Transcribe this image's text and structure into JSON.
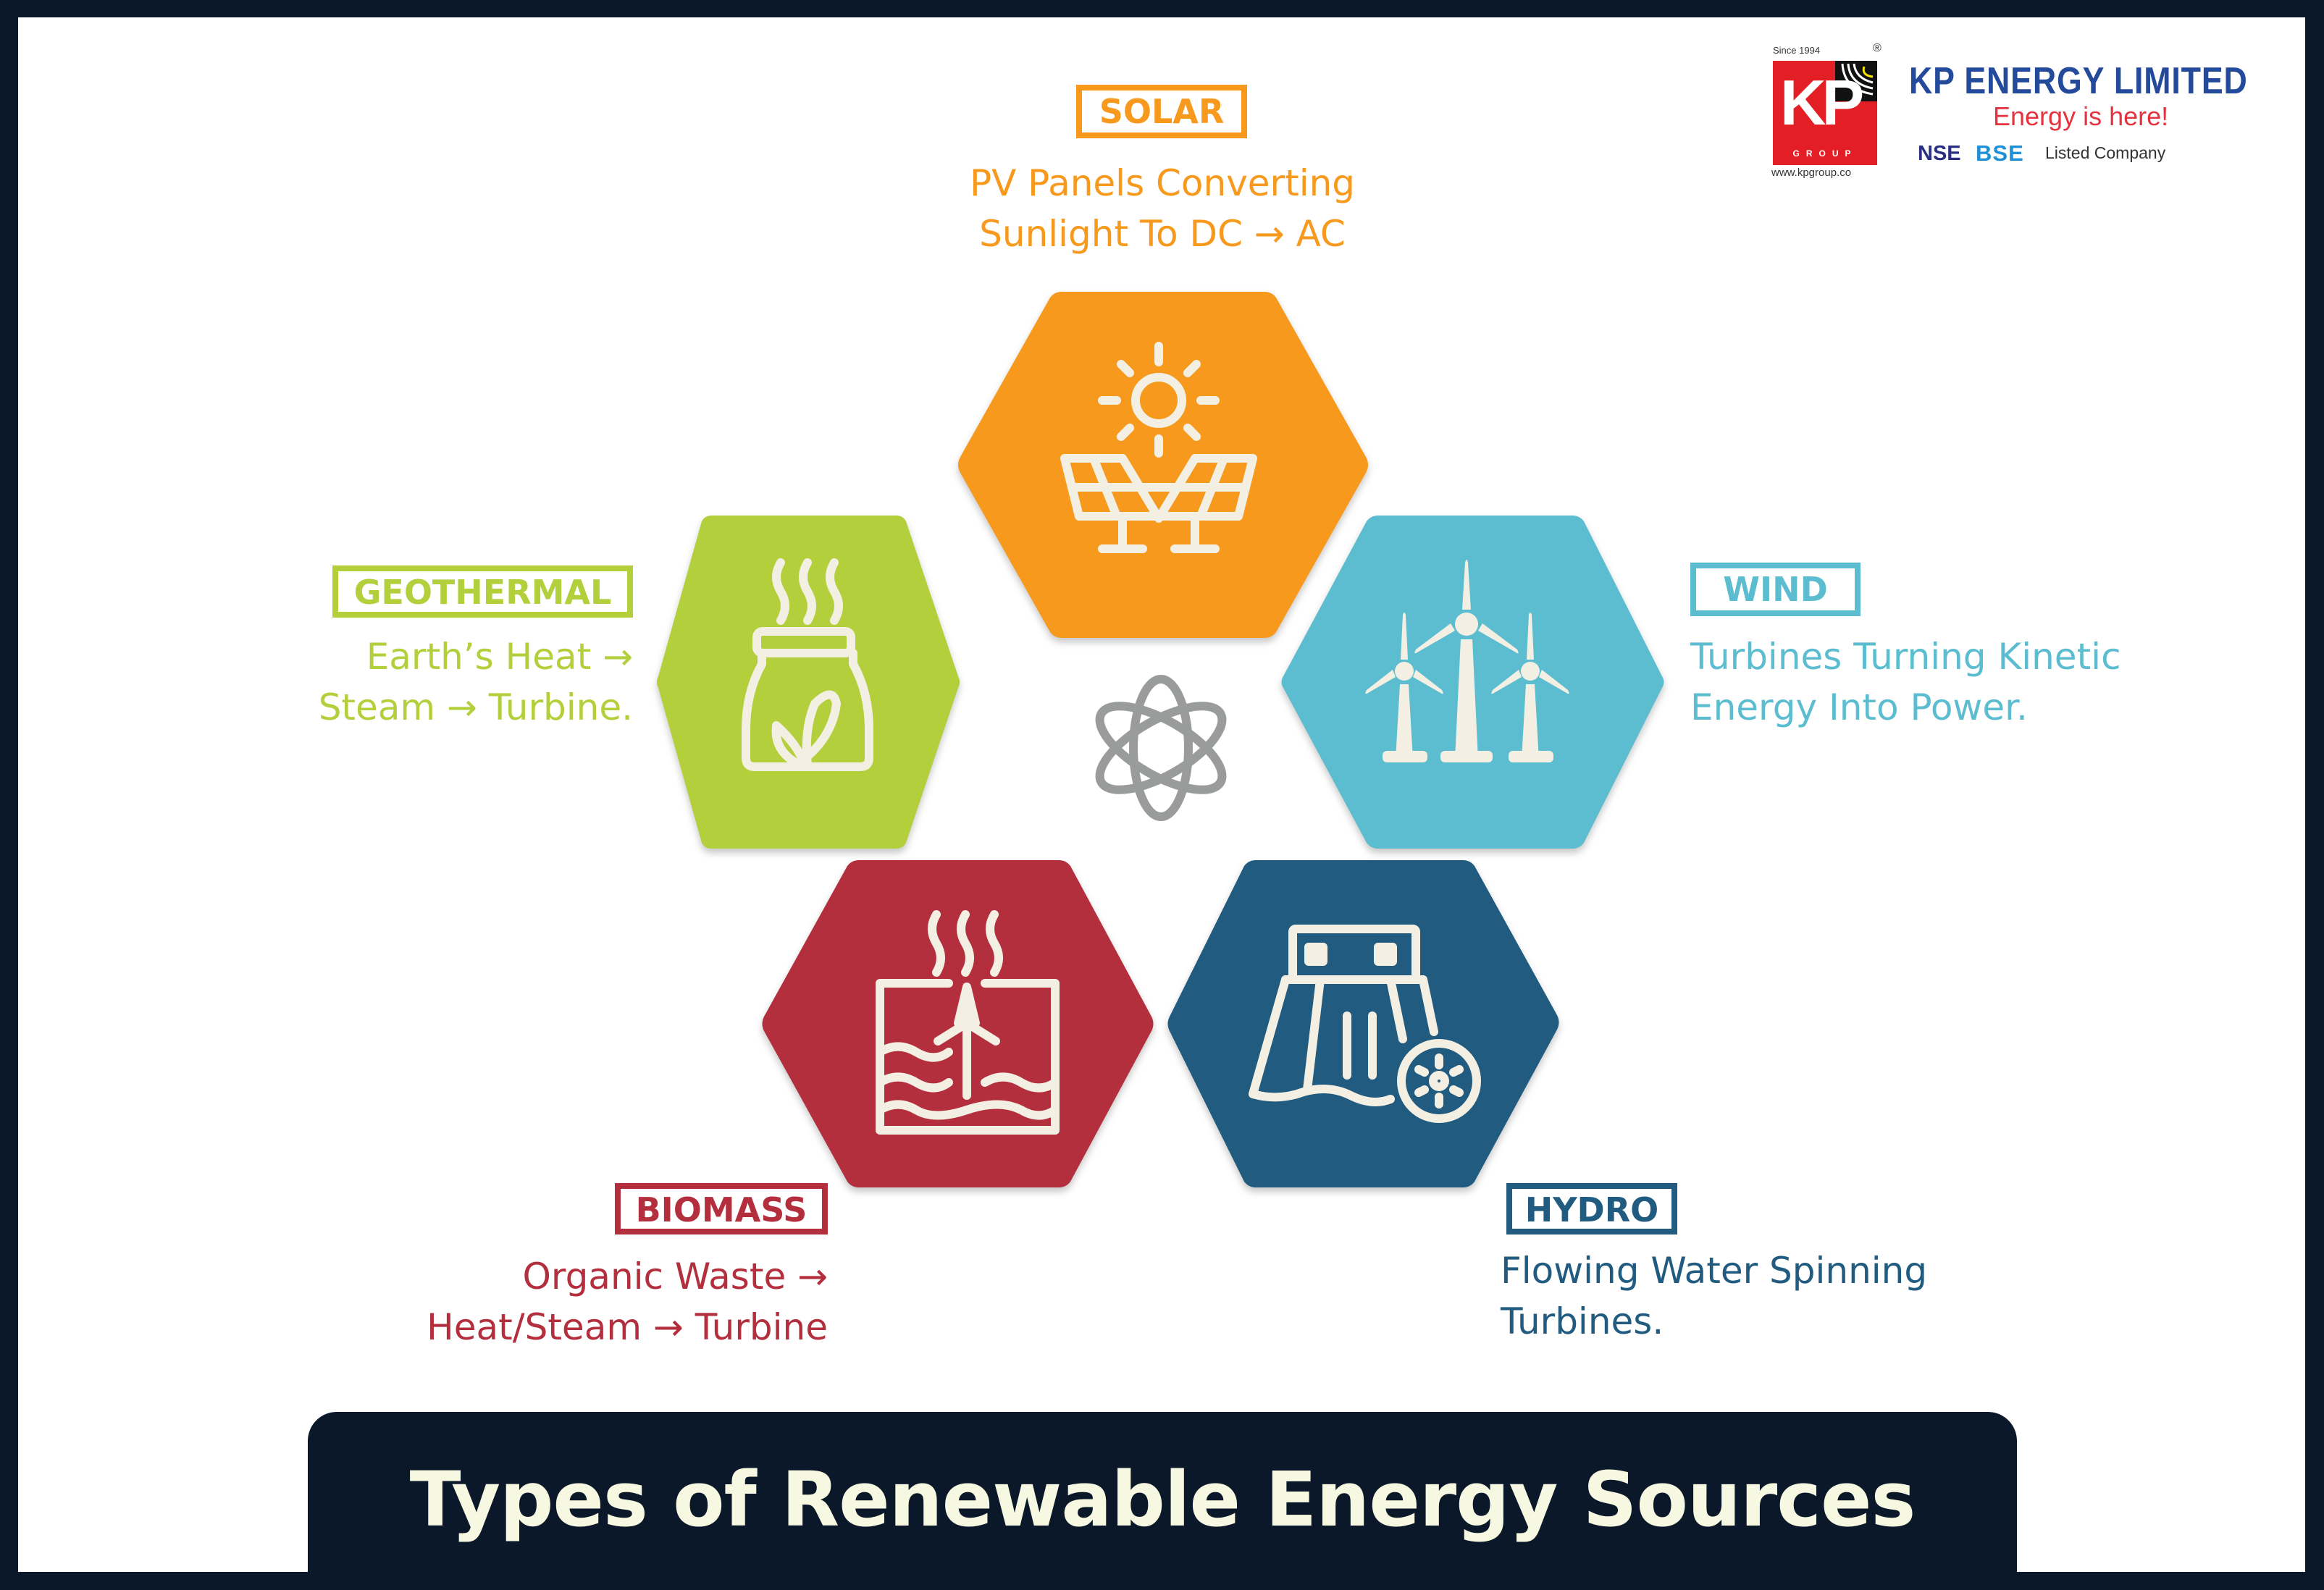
{
  "title": "Types of Renewable Energy Sources",
  "brand": {
    "since": "Since 1994",
    "registered": "®",
    "mark": "KP",
    "group": "GROUP",
    "website": "www.kpgroup.co",
    "company": "KP ENERGY LIMITED",
    "tagline": "Energy is here!",
    "exchange_1": "NSE",
    "exchange_2": "BSE",
    "listed": "Listed Company",
    "colors": {
      "red": "#e31e24",
      "blue": "#234a9b",
      "tagline": "#e4323f"
    }
  },
  "center_icon": "atom-icon",
  "sources": [
    {
      "id": "solar",
      "label": "SOLAR",
      "description": "PV Panels Converting\nSunlight To DC → AC",
      "color": "#f7991d",
      "icon": "solar-panel-icon"
    },
    {
      "id": "geothermal",
      "label": "GEOTHERMAL",
      "description": "Earth’s Heat →\nSteam → Turbine.",
      "color": "#b3cf3b",
      "icon": "plant-jar-icon"
    },
    {
      "id": "wind",
      "label": "WIND",
      "description": "Turbines Turning Kinetic\nEnergy Into Power.",
      "color": "#5bbdcf",
      "icon": "wind-turbines-icon"
    },
    {
      "id": "biomass",
      "label": "BIOMASS",
      "description": "Organic Waste →\nHeat/Steam → Turbine",
      "color": "#b42f3d",
      "icon": "steam-turbine-icon"
    },
    {
      "id": "hydro",
      "label": "HYDRO",
      "description": "Flowing Water Spinning\nTurbines.",
      "color": "#215b80",
      "icon": "hydro-dam-icon"
    }
  ]
}
